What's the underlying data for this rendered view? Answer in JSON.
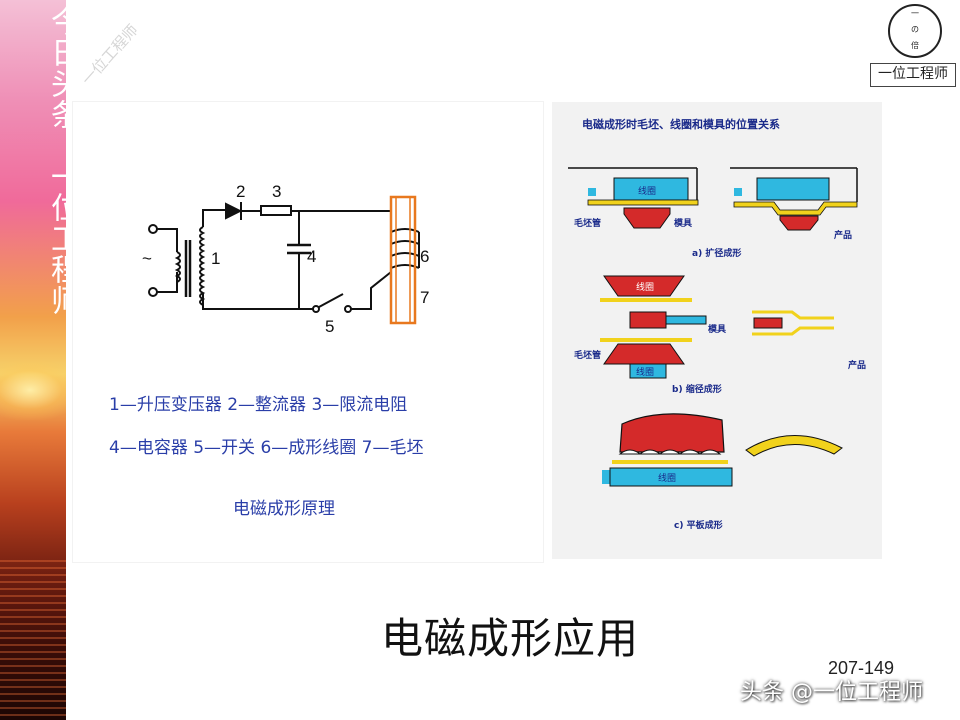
{
  "sidebar": {
    "brand_text": "今日头条：一位工程师"
  },
  "watermark_top": "一位工程师",
  "logo": {
    "label": "一位工程师",
    "mark_top": "一",
    "mark_mid": "の",
    "mark_bottom": "倍"
  },
  "left_diagram": {
    "ac_symbol": "~",
    "labels": [
      "1",
      "2",
      "3",
      "4",
      "5",
      "6",
      "7"
    ],
    "legend_line1": "1—升压变压器  2—整流器  3—限流电阻",
    "legend_line2": "4—电容器  5—开关  6—成形线圈  7—毛坯",
    "caption": "电磁成形原理"
  },
  "right_diagram": {
    "title": "电磁成形时毛坯、线圈和模具的位置关系",
    "coil": "线圈",
    "tube_blank": "毛坯管",
    "die": "模具",
    "product": "产品",
    "caption_a": "a) 扩径成形",
    "caption_b": "b) 缩径成形",
    "caption_c": "c) 平板成形"
  },
  "slide_title": "电磁成形应用",
  "page_number": "207-149",
  "watermark_bottom": "头条 @一位工程师",
  "colors": {
    "diagram_text": "#2a3ea8",
    "coil_fill": "#2fb8e0",
    "die_fill": "#d42a2a",
    "blank_fill": "#f1d21c"
  }
}
